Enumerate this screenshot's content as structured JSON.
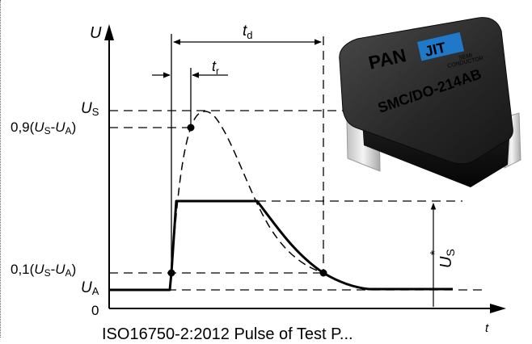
{
  "diagram": {
    "axis_y_label": "U",
    "axis_x_label": "t",
    "origin_label": "0",
    "labels": {
      "us_main": "U",
      "us_sub": "S",
      "p09_pre": "0,9(",
      "p09_u1": "U",
      "p09_s1": "S",
      "p09_mid": "-",
      "p09_u2": "U",
      "p09_s2": "A",
      "p09_post": ")",
      "p01_pre": "0,1(",
      "p01_u1": "U",
      "p01_s1": "S",
      "p01_mid": "-",
      "p01_u2": "U",
      "p01_s2": "A",
      "p01_post": ")",
      "ua_main": "U",
      "ua_sub": "A",
      "td_main": "t",
      "td_sub": "d",
      "tr_main": "t",
      "tr_sub": "r",
      "usstar_main": "U",
      "usstar_sub": "S",
      "usstar_sup": "*"
    }
  },
  "package": {
    "brand_left": "PAN",
    "brand_box": "JIT",
    "brand_small_1": "SEMI",
    "brand_small_2": "CONDUCTOR",
    "part": "SMC/DO-214AB"
  },
  "caption": "ISO16750-2:2012 Pulse of Test P..."
}
